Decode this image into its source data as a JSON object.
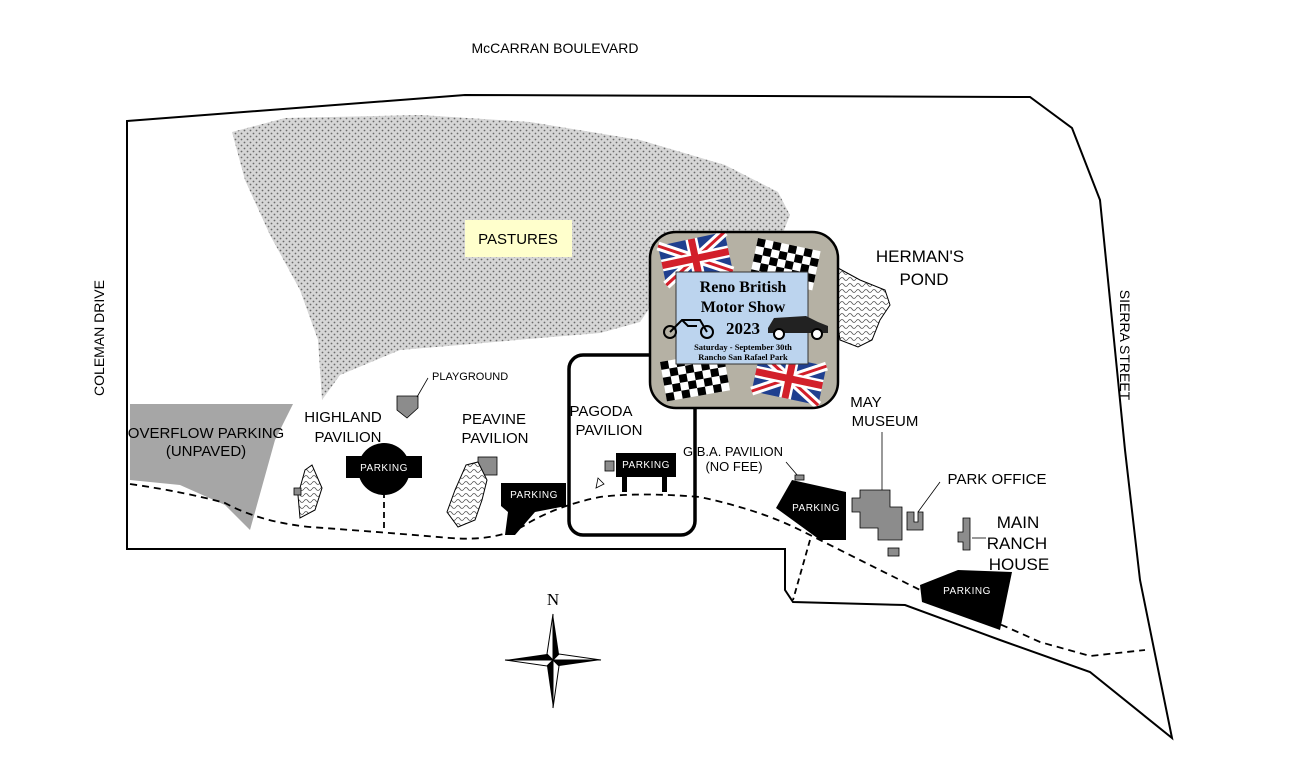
{
  "streets": {
    "north": "McCARRAN BOULEVARD",
    "west": "COLEMAN DRIVE",
    "east": "SIERRA STREET"
  },
  "areas": {
    "pastures": "PASTURES",
    "hermans_pond_line1": "HERMAN'S",
    "hermans_pond_line2": "POND",
    "overflow_line1": "OVERFLOW PARKING",
    "overflow_line2": "(UNPAVED)",
    "playground": "PLAYGROUND",
    "highland_line1": "HIGHLAND",
    "highland_line2": "PAVILION",
    "peavine_line1": "PEAVINE",
    "peavine_line2": "PAVILION",
    "pagoda_line1": "PAGODA",
    "pagoda_line2": "PAVILION",
    "gba_line1": "G.B.A. PAVILION",
    "gba_line2": "(NO FEE)",
    "may_line1": "MAY",
    "may_line2": "MUSEUM",
    "park_office": "PARK OFFICE",
    "main_line1": "MAIN",
    "main_line2": "RANCH",
    "main_line3": "HOUSE"
  },
  "parking_label": "PARKING",
  "compass_north": "N",
  "event_badge": {
    "line1": "Reno British",
    "line2": "Motor Show",
    "line3": "2023",
    "line4": "Saturday - September 30th",
    "line5": "Rancho San Rafael Park"
  },
  "colors": {
    "pasture_fill": "#d0d0d0",
    "overflow_fill": "#a6a6a6",
    "label_highlight": "#ffffcc",
    "parking_fill": "#000000",
    "building_fill": "#8c8c8c",
    "badge_bg": "#b5b1a4",
    "badge_panel": "#bcd4ee",
    "flag_blue": "#1f3f8f",
    "flag_red": "#d21f2a"
  }
}
